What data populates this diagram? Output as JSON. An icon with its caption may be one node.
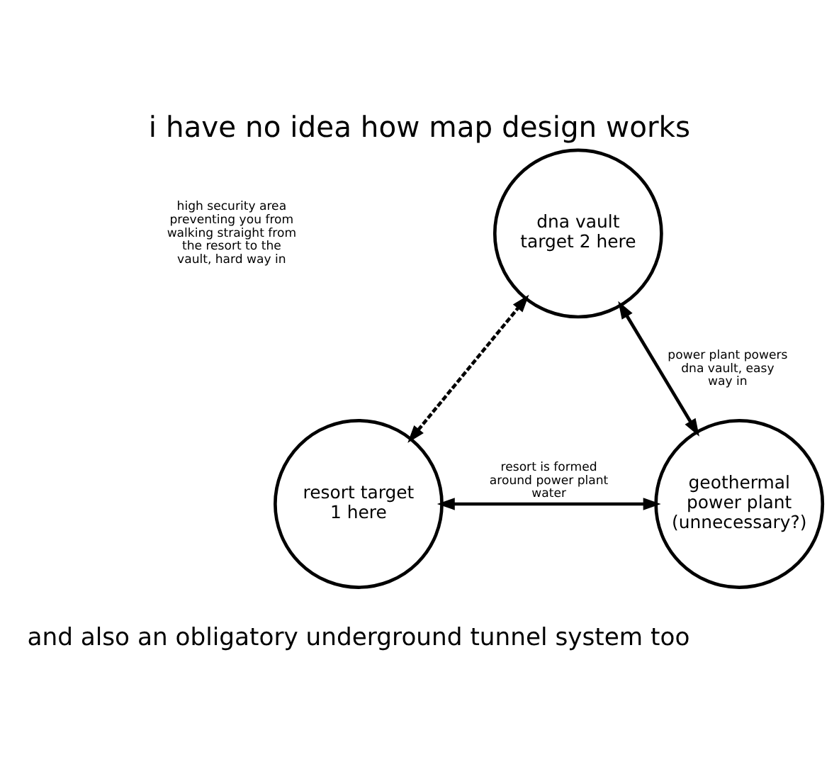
{
  "diagram": {
    "title": "i have no idea how map design works",
    "caption": "and also an obligatory underground tunnel system too",
    "nodes": [
      {
        "text": [
          "dna vault target 2 here"
        ]
      },
      {
        "text": [
          "resort target 1 here"
        ]
      },
      {
        "text": [
          "geothermal power plant (unnecessary?)"
        ]
      }
    ],
    "edges": [
      {
        "from": 1,
        "to": 0,
        "arrow": "both",
        "style": "dashed"
      },
      {
        "from": 0,
        "to": 2,
        "arrow": "both",
        "label": "power plant powers dna vault, easy way in"
      },
      {
        "from": 1,
        "to": 2,
        "arrow": "both",
        "label": "resort is formed around power plant water"
      }
    ],
    "labels": [
      "high security area preventing you from walking straight from the resort to the vault, hard way in"
    ]
  }
}
